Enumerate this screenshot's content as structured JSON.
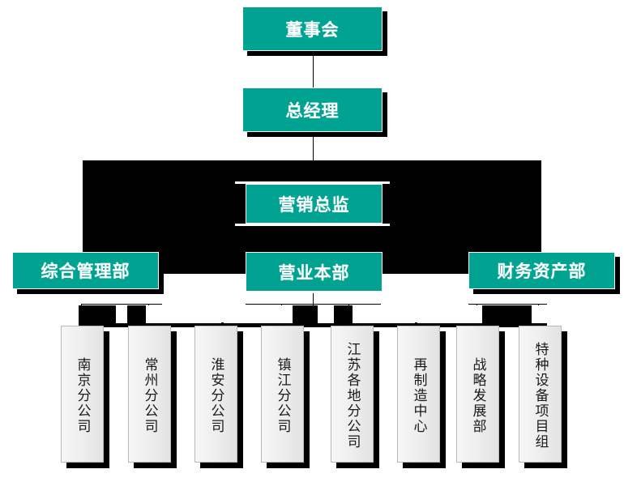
{
  "chart": {
    "type": "org-chart",
    "title": "",
    "colors": {
      "node_fill_primary": "#00a392",
      "node_text_primary": "#ffffff",
      "node_fill_leaf": "#efefef",
      "node_text_leaf": "#1a1a1a",
      "connector": "#000000",
      "background": "#ffffff"
    },
    "levels": [
      {
        "level": 1,
        "nodes": [
          "board"
        ]
      },
      {
        "level": 2,
        "nodes": [
          "gm"
        ]
      },
      {
        "level": 3,
        "nodes": [
          "marketing_director"
        ]
      },
      {
        "level": 4,
        "nodes": [
          "admin_dept",
          "sales_hq",
          "finance_dept"
        ]
      },
      {
        "level": 5,
        "nodes": [
          "nanjing",
          "changzhou",
          "huaian",
          "zhenjiang",
          "jiangsu_regions",
          "remanufacture",
          "strategy",
          "special_equipment"
        ]
      }
    ],
    "nodes": {
      "board": {
        "label": "董事会",
        "kind": "teal"
      },
      "gm": {
        "label": "总经理",
        "kind": "teal"
      },
      "marketing_director": {
        "label": "营销总监",
        "kind": "teal"
      },
      "admin_dept": {
        "label": "综合管理部",
        "kind": "teal"
      },
      "sales_hq": {
        "label": "营业本部",
        "kind": "teal"
      },
      "finance_dept": {
        "label": "财务资产部",
        "kind": "teal"
      },
      "nanjing": {
        "label": "南京分公司",
        "kind": "gray"
      },
      "changzhou": {
        "label": "常州分公司",
        "kind": "gray"
      },
      "huaian": {
        "label": "淮安分公司",
        "kind": "gray"
      },
      "zhenjiang": {
        "label": "镇江分公司",
        "kind": "gray"
      },
      "jiangsu_regions": {
        "label": "江苏各地分公司",
        "kind": "gray"
      },
      "remanufacture": {
        "label": "再制造中心",
        "kind": "gray"
      },
      "strategy": {
        "label": "战略发展部",
        "kind": "gray"
      },
      "special_equipment": {
        "label": "特种设备项目组",
        "kind": "gray"
      }
    },
    "edges": [
      {
        "from": "board",
        "to": "gm"
      },
      {
        "from": "gm",
        "to": "marketing_director"
      },
      {
        "from": "marketing_director",
        "to": "admin_dept"
      },
      {
        "from": "marketing_director",
        "to": "sales_hq"
      },
      {
        "from": "marketing_director",
        "to": "finance_dept"
      },
      {
        "from": "sales_hq",
        "to": "nanjing"
      },
      {
        "from": "sales_hq",
        "to": "changzhou"
      },
      {
        "from": "sales_hq",
        "to": "huaian"
      },
      {
        "from": "sales_hq",
        "to": "zhenjiang"
      },
      {
        "from": "sales_hq",
        "to": "jiangsu_regions"
      },
      {
        "from": "sales_hq",
        "to": "remanufacture"
      },
      {
        "from": "sales_hq",
        "to": "strategy"
      },
      {
        "from": "sales_hq",
        "to": "special_equipment"
      }
    ]
  }
}
